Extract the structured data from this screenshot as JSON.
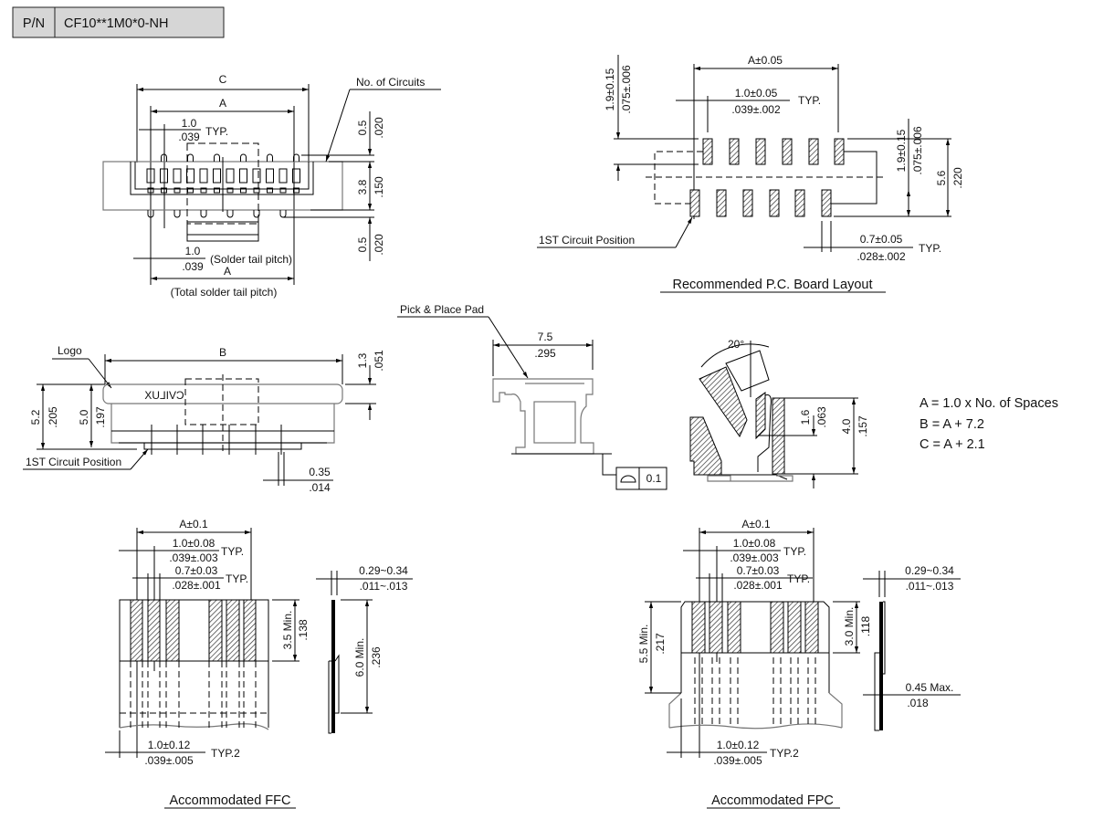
{
  "part_number": {
    "label": "P/N",
    "value": "CF10**1M0*0-NH"
  },
  "top_view": {
    "dim_c": "C",
    "dim_a": "A",
    "pitch": "1.0",
    "pitch_in": ".039",
    "typ": "TYP.",
    "no_circuits": "No. of Circuits",
    "d1": "0.5",
    "d1_in": ".020",
    "d2": "3.8",
    "d2_in": ".150",
    "d3": "0.5",
    "d3_in": ".020",
    "tail_pitch": "1.0",
    "tail_pitch_in": ".039",
    "tail_label": "(Solder tail pitch)",
    "dim_a2": "A",
    "total_label": "(Total solder tail pitch)"
  },
  "pcb": {
    "dim_a": "A±0.05",
    "pitch": "1.0±0.05",
    "pitch_in": ".039±.002",
    "typ": "TYP.",
    "left_h": "1.9±0.15",
    "left_h_in": ".075±.006",
    "right_h": "1.9±0.15",
    "right_h_in": ".075±.006",
    "total_h": "5.6",
    "total_h_in": ".220",
    "first_circuit": "1ST Circuit Position",
    "pad_w": "0.7±0.05",
    "pad_w_in": ".028±.002",
    "typ2": "TYP.",
    "title": "Recommended P.C. Board Layout"
  },
  "front_view": {
    "logo_label": "Logo",
    "dim_b": "B",
    "logo_text": "CVILUX",
    "h1": "5.2",
    "h1_in": ".205",
    "h2": "5.0",
    "h2_in": ".197",
    "t": "1.3",
    "t_in": ".051",
    "first_circuit": "1ST Circuit Position",
    "w": "0.35",
    "w_in": ".014"
  },
  "side_view": {
    "pick_pad": "Pick & Place Pad",
    "w": "7.5",
    "w_in": ".295",
    "flatness": "0.1"
  },
  "section_view": {
    "angle": "20°",
    "h1": "1.6",
    "h1_in": ".063",
    "h2": "4.0",
    "h2_in": ".157"
  },
  "formulas": [
    "A = 1.0 x No. of Spaces",
    "B = A + 7.2",
    "C = A + 2.1"
  ],
  "ffc": {
    "dim_a": "A±0.1",
    "pitch": "1.0±0.08",
    "pitch_in": ".039±.003",
    "typ1": "TYP.",
    "width": "0.7±0.03",
    "width_in": ".028±.001",
    "typ2": "TYP.",
    "len": "3.5 Min.",
    "len_in": ".138",
    "thick": "0.29~0.34",
    "thick_in": ".011~.013",
    "stiff": "6.0 Min.",
    "stiff_in": ".236",
    "edge": "1.0±0.12",
    "edge_in": ".039±.005",
    "typ3": "TYP.2",
    "title": "Accommodated FFC"
  },
  "fpc": {
    "dim_a": "A±0.1",
    "pitch": "1.0±0.08",
    "pitch_in": ".039±.003",
    "typ1": "TYP.",
    "width": "0.7±0.03",
    "width_in": ".028±.001",
    "typ2": "TYP.",
    "len": "3.0 Min.",
    "len_in": ".118",
    "total": "5.5 Min.",
    "total_in": ".217",
    "thick": "0.29~0.34",
    "thick_in": ".011~.013",
    "max": "0.45 Max.",
    "max_in": ".018",
    "edge": "1.0±0.12",
    "edge_in": ".039±.005",
    "typ3": "TYP.2",
    "title": "Accommodated FPC"
  }
}
